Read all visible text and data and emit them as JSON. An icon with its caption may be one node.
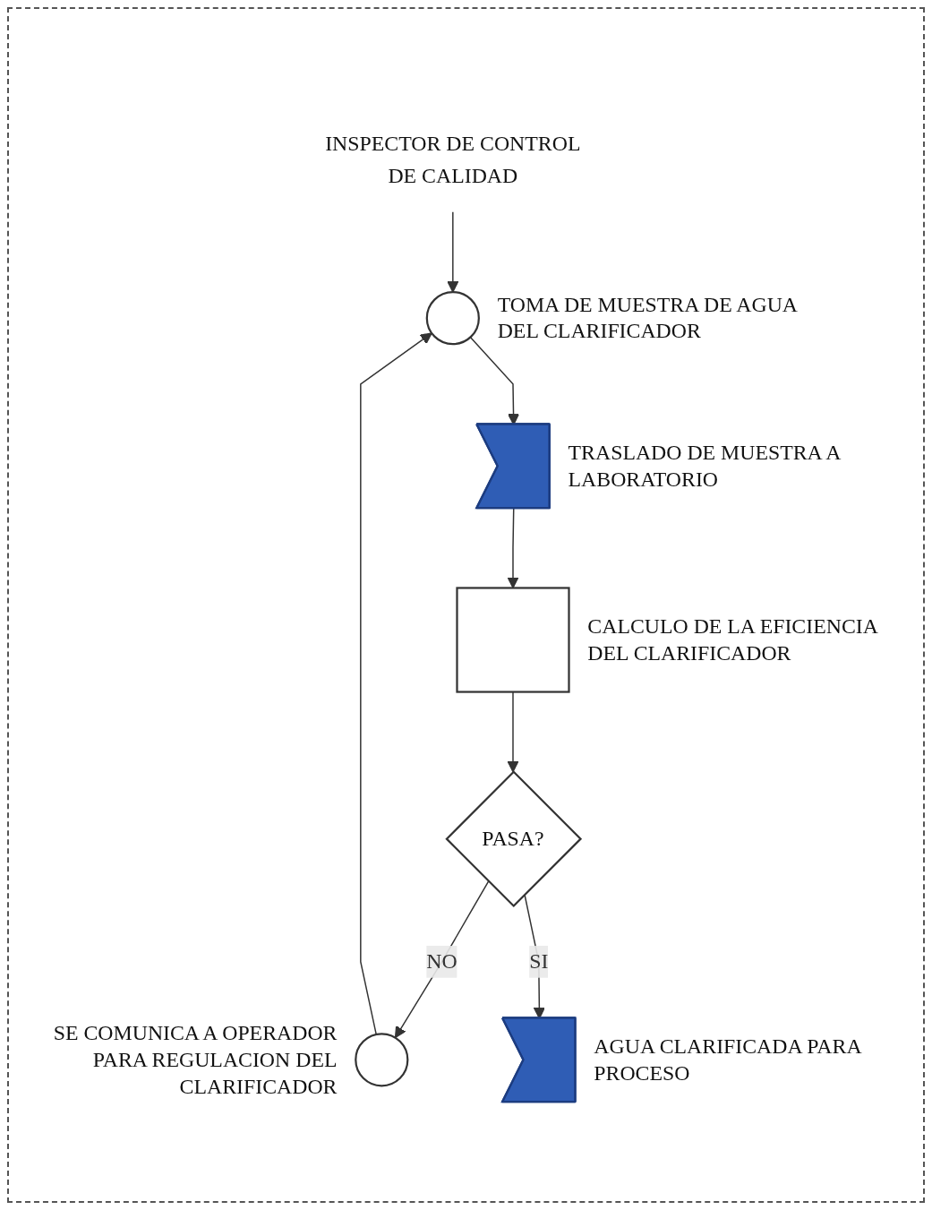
{
  "diagram": {
    "nodes": [
      {
        "text": [
          "INSPECTOR DE CONTROL DE CALIDAD"
        ]
      },
      {
        "text": [],
        "shape": "circle",
        "beside": [
          "TOMA DE MUESTRA DE AGUA DEL CLARIFICADOR"
        ]
      },
      {
        "text": [],
        "shape": "arrow",
        "beside": [
          "TRASLADO DE MUESTRA A LABORATORIO"
        ]
      },
      {
        "text": [],
        "shape": "box",
        "beside": [
          "CALCULO DE LA EFICIENCIA DEL CLARIFICADOR"
        ]
      },
      {
        "text": [
          "PASA?"
        ]
      },
      {
        "text": [],
        "shape": "circle",
        "beside": [
          "SE COMUNICA A OPERADOR PARA REGULACION DEL CLARIFICADOR"
        ]
      },
      {
        "text": [],
        "shape": "arrow",
        "beside": [
          "AGUA CLARIFICADA PARA PROCESO"
        ]
      }
    ],
    "edges": [
      {
        "from": 0,
        "to": 1,
        "arrow": "to"
      },
      {
        "from": 1,
        "to": 2,
        "arrow": "to"
      },
      {
        "from": 2,
        "to": 3,
        "arrow": "to"
      },
      {
        "from": 3,
        "to": 4,
        "arrow": "to"
      },
      {
        "from": 4,
        "to": 5,
        "arrow": "to",
        "label": "NO"
      },
      {
        "from": 5,
        "to": 1,
        "arrow": "to"
      },
      {
        "from": 4,
        "to": 6,
        "arrow": "to",
        "label": "SI"
      }
    ]
  }
}
